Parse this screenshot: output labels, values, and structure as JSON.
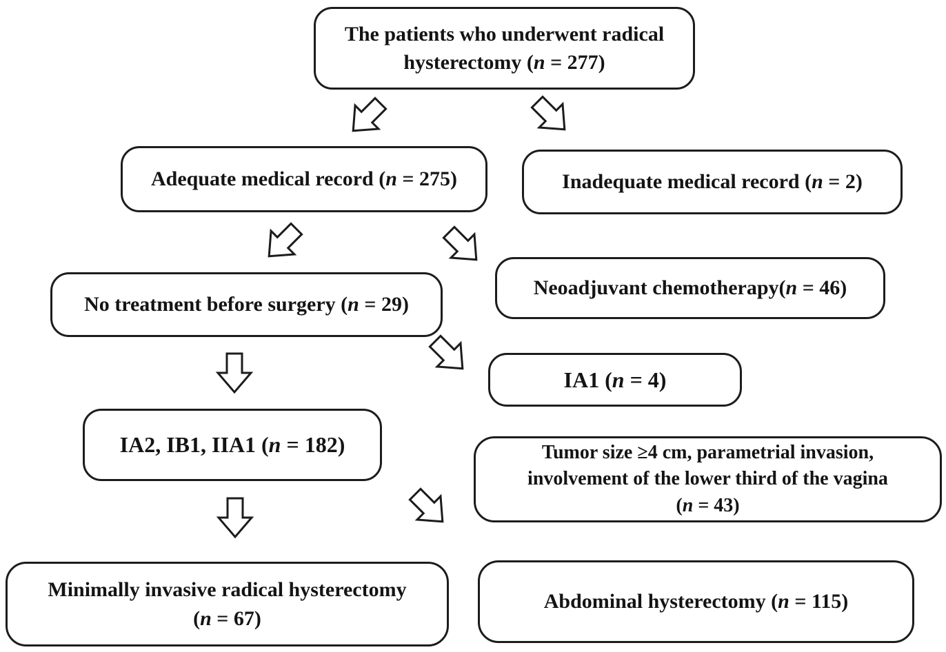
{
  "meta": {
    "n": "n",
    "background_color": "#ffffff",
    "line_color": "#1c1c1c",
    "text_color": "#141414"
  },
  "boxes": {
    "root": {
      "l1": "The patients who underwent radical",
      "l2pre": "hysterectomy (",
      "l2post": " = 277)",
      "count": 277
    },
    "adequate": {
      "pre": "Adequate medical record (",
      "post": " = 275)",
      "count": 275
    },
    "inadequate": {
      "pre": "Inadequate medical record (",
      "post": " = 2)",
      "count": 2
    },
    "no_treatment": {
      "pre": "No treatment before surgery (",
      "post": " = 29)",
      "count": 29
    },
    "neoadjuvant": {
      "pre": "Neoadjuvant chemotherapy(",
      "post": " = 46)",
      "count": 46
    },
    "ia1": {
      "pre": "IA1 (",
      "post": " = 4)",
      "count": 4
    },
    "early_stage": {
      "pre": "IA2, IB1, IIA1 (",
      "post": " = 182)",
      "count": 182
    },
    "tumor_large": {
      "l1": "Tumor size ≥4 cm, parametrial invasion,",
      "l2": "involvement of the lower third of the  vagina",
      "l3pre": "(",
      "l3post": " = 43)",
      "count": 43
    },
    "mis": {
      "l1": "Minimally invasive radical hysterectomy",
      "l2pre": "(",
      "l2post": " = 67)",
      "count": 67
    },
    "abdominal": {
      "pre": "Abdominal hysterectomy (",
      "post": " = 115)",
      "count": 115
    }
  },
  "edges": [
    {
      "from": "root",
      "to": "adequate",
      "direction": "down-left"
    },
    {
      "from": "root",
      "to": "inadequate",
      "direction": "down-right"
    },
    {
      "from": "adequate",
      "to": "no_treatment",
      "direction": "down-left"
    },
    {
      "from": "adequate",
      "to": "neoadjuvant",
      "direction": "down-right"
    },
    {
      "from": "no_treatment",
      "to": "early_stage",
      "direction": "down"
    },
    {
      "from": "no_treatment",
      "to": "ia1",
      "direction": "down-right"
    },
    {
      "from": "early_stage",
      "to": "mis",
      "direction": "down"
    },
    {
      "from": "early_stage",
      "to": "tumor_large",
      "direction": "down-right"
    }
  ]
}
